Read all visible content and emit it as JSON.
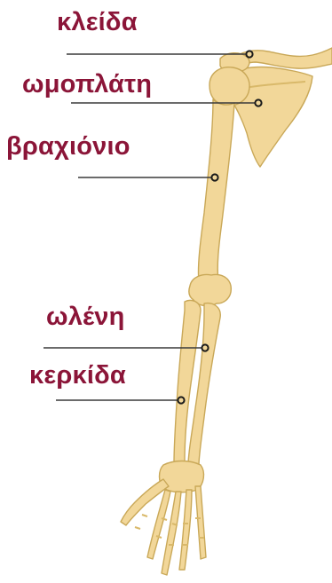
{
  "colors": {
    "label": "#8b1538",
    "bone_fill": "#f2d799",
    "bone_stroke": "#c9a858",
    "bone_shadow": "#d9b96a",
    "leader_line": "#3a3a3a",
    "marker_fill": "#1a1a1a"
  },
  "labels": [
    {
      "id": "clavicle",
      "text": "κλείδα"
    },
    {
      "id": "scapula",
      "text": "ωμοπλάτη"
    },
    {
      "id": "humerus",
      "text": "βραχιόνιο"
    },
    {
      "id": "ulna",
      "text": "ωλένη"
    },
    {
      "id": "radius",
      "text": "κερκίδα"
    }
  ]
}
